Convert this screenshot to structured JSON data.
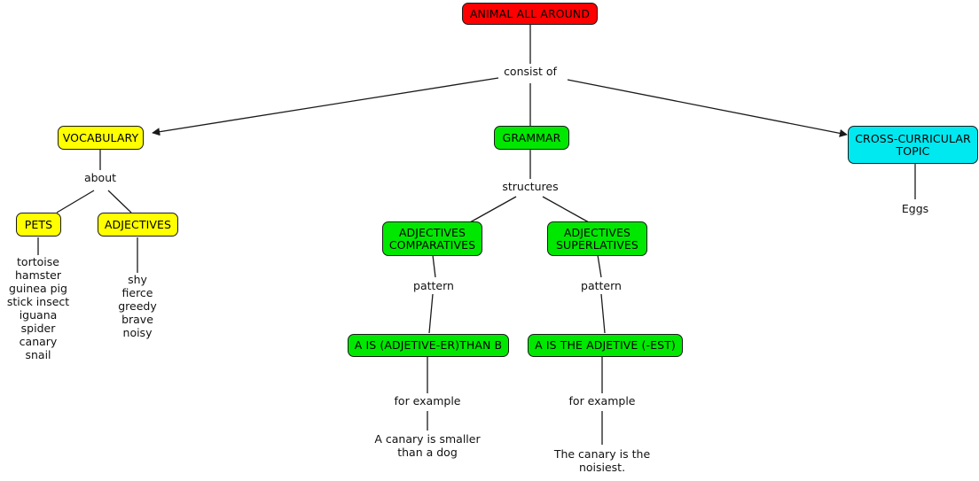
{
  "title": "ANIMAL ALL AROUND concept map",
  "colors": {
    "root": "#ff0000",
    "vocabulary": "#ffff00",
    "grammar": "#00e800",
    "cross_curricular": "#00e8f0",
    "line": "#1a1a1a",
    "text": "#000000",
    "background": "#ffffff"
  },
  "nodes": {
    "root": {
      "label": "ANIMAL ALL AROUND"
    },
    "vocabulary": {
      "label": "VOCABULARY"
    },
    "grammar": {
      "label": "GRAMMAR"
    },
    "cross_curricular": {
      "label": "CROSS-CURRICULAR\nTOPIC"
    },
    "pets": {
      "label": "PETS"
    },
    "adjectives": {
      "label": "ADJECTIVES"
    },
    "adjectives_comparatives": {
      "label": "ADJECTIVES\nCOMPARATIVES"
    },
    "adjectives_superlatives": {
      "label": "ADJECTIVES\nSUPERLATIVES"
    },
    "comparative_pattern": {
      "label": "A IS (ADJETIVE-ER)THAN B"
    },
    "superlative_pattern": {
      "label": "A IS THE ADJETIVE (-EST)"
    }
  },
  "link_labels": {
    "consist_of": "consist of",
    "about": "about",
    "structures": "structures",
    "pattern_comparative": "pattern",
    "pattern_superlative": "pattern",
    "for_example_comparative": "for example",
    "for_example_superlative": "for example"
  },
  "leaf_text": {
    "pets_list": "tortoise\nhamster\nguinea pig\nstick insect\niguana\nspider\ncanary\nsnail",
    "adjectives_list": "shy\nfierce\ngreedy\nbrave\nnoisy",
    "eggs": "Eggs",
    "comparative_example": "A canary is smaller\nthan a dog",
    "superlative_example": "The canary is the\nnoisiest."
  }
}
